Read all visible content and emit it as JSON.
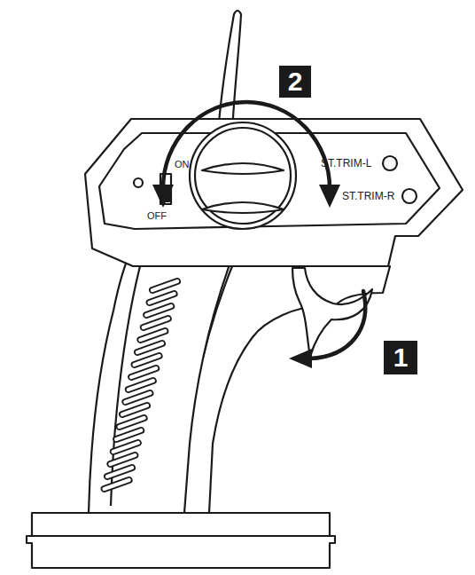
{
  "diagram": {
    "nodes": [
      {
        "text": [
          "2"
        ]
      },
      {
        "text": [
          "1"
        ]
      }
    ],
    "labels": [
      "ON",
      "OFF",
      "ST.TRIM-L",
      "ST.TRIM-R"
    ]
  }
}
